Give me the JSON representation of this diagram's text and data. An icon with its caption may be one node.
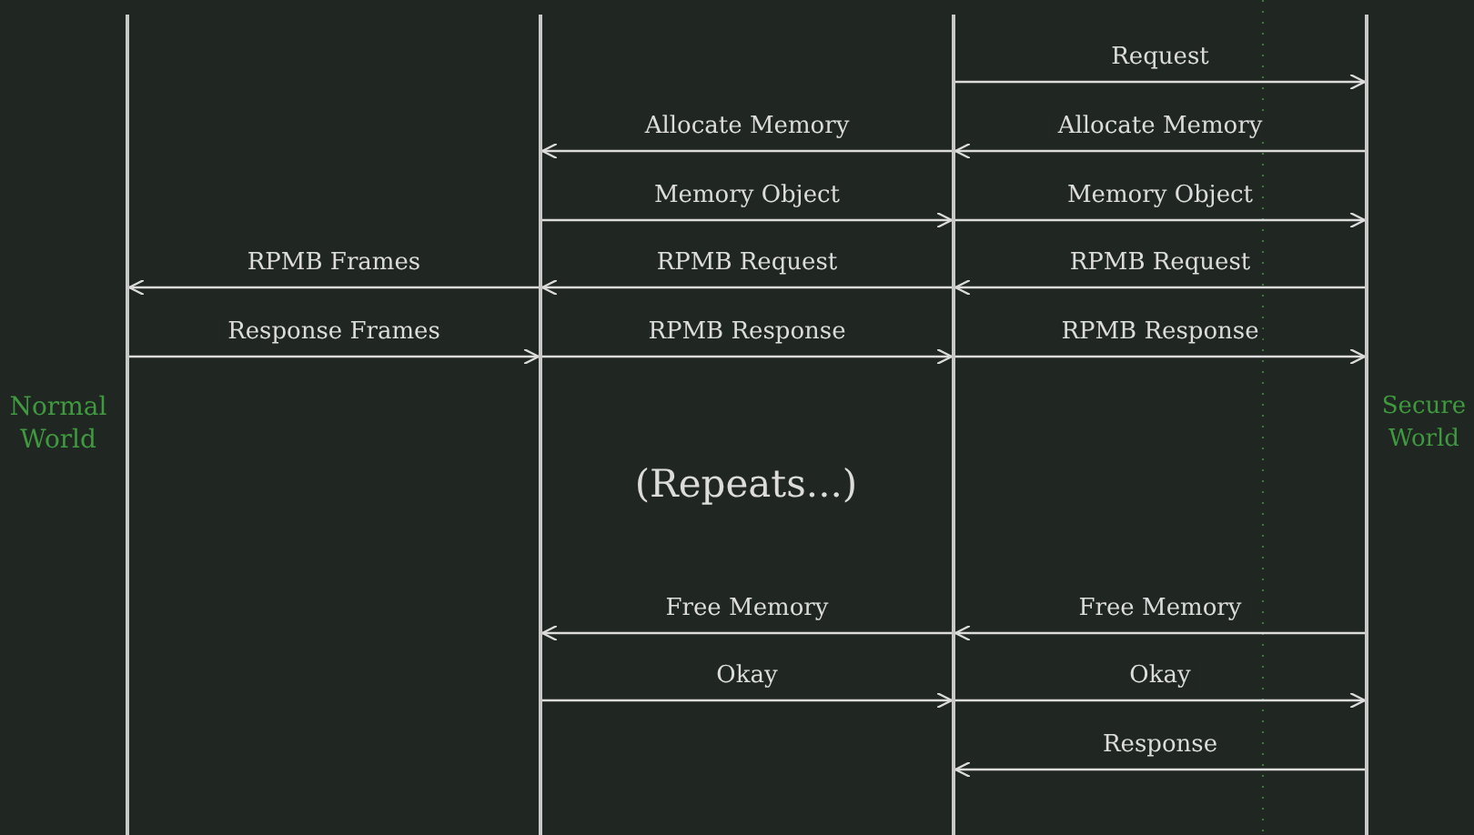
{
  "diagram": {
    "nodes": [
      {
        "text": [],
        "shape": "bar"
      },
      {
        "text": [],
        "shape": "bar"
      },
      {
        "text": [],
        "shape": "bar"
      },
      {
        "text": [],
        "shape": "bar"
      }
    ],
    "edges": [
      {
        "from": 2,
        "to": 3,
        "arrow": "to",
        "label": "Request"
      },
      {
        "from": 2,
        "to": 1,
        "arrow": "to",
        "label": "Allocate Memory"
      },
      {
        "from": 3,
        "to": 2,
        "arrow": "to",
        "label": "Allocate Memory"
      },
      {
        "from": 1,
        "to": 2,
        "arrow": "to",
        "label": "Memory Object"
      },
      {
        "from": 2,
        "to": 3,
        "arrow": "to",
        "label": "Memory Object"
      },
      {
        "from": 1,
        "to": 0,
        "arrow": "to",
        "label": "RPMB Frames"
      },
      {
        "from": 2,
        "to": 1,
        "arrow": "to",
        "label": "RPMB Request"
      },
      {
        "from": 3,
        "to": 2,
        "arrow": "to",
        "label": "RPMB Request"
      },
      {
        "from": 0,
        "to": 1,
        "arrow": "to",
        "label": "Response Frames"
      },
      {
        "from": 1,
        "to": 2,
        "arrow": "to",
        "label": "RPMB Response"
      },
      {
        "from": 2,
        "to": 3,
        "arrow": "to",
        "label": "RPMB Response"
      },
      {
        "from": 2,
        "to": 1,
        "arrow": "to",
        "label": "Free Memory"
      },
      {
        "from": 3,
        "to": 2,
        "arrow": "to",
        "label": "Free Memory"
      },
      {
        "from": 1,
        "to": 2,
        "arrow": "to",
        "label": "Okay"
      },
      {
        "from": 2,
        "to": 3,
        "arrow": "to",
        "label": "Okay"
      },
      {
        "from": 3,
        "to": 2,
        "arrow": "to",
        "label": "Response"
      }
    ],
    "labels": [
      "Normal World",
      "(Repeats...)",
      "Secure World"
    ]
  }
}
